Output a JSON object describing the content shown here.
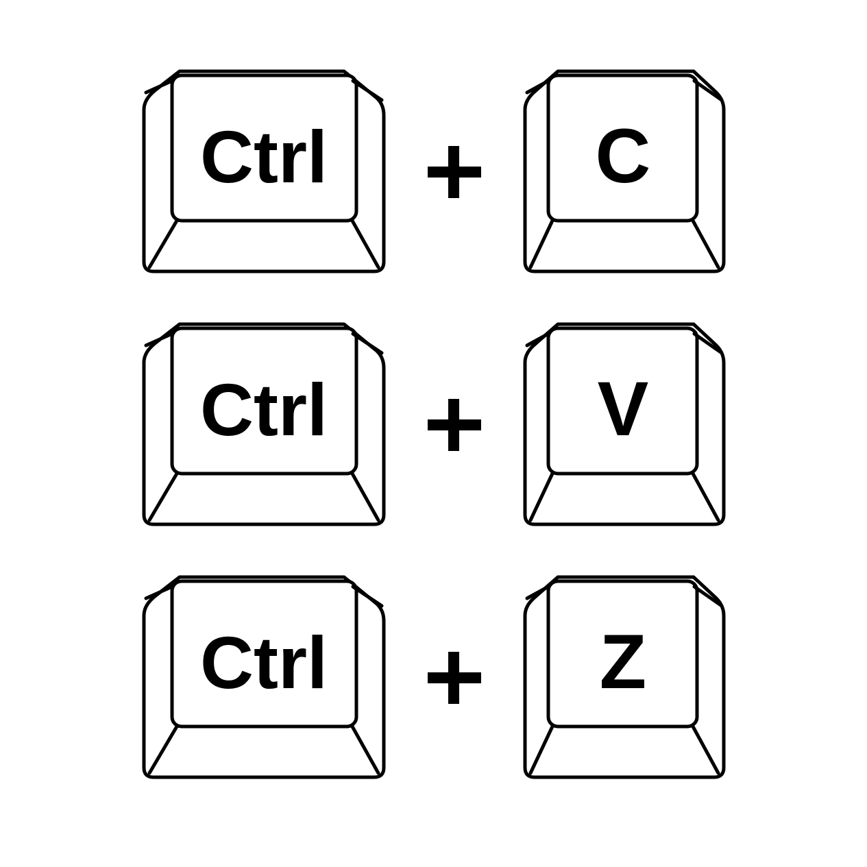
{
  "shortcuts": [
    {
      "modifier": "Ctrl",
      "operator": "+",
      "key": "C"
    },
    {
      "modifier": "Ctrl",
      "operator": "+",
      "key": "V"
    },
    {
      "modifier": "Ctrl",
      "operator": "+",
      "key": "Z"
    }
  ],
  "colors": {
    "background": "#ffffff",
    "stroke": "#000000",
    "text": "#000000"
  },
  "icons": {
    "keycap": "keyboard-key-icon",
    "plus": "plus-icon"
  }
}
